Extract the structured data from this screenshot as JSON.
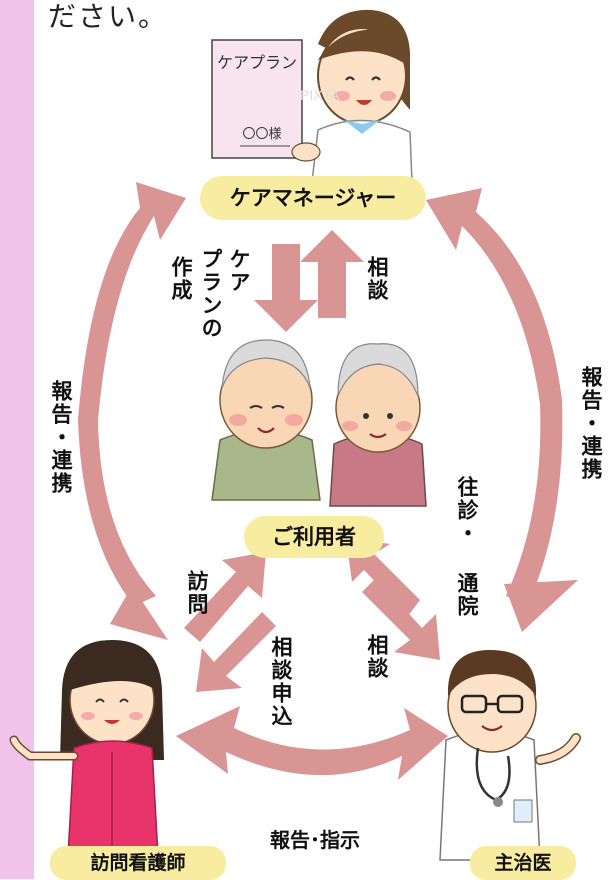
{
  "intro_text": "ださい。",
  "care_plan_document": {
    "title": "ケアプラン",
    "recipient": "〇〇様"
  },
  "watermark": "PIXTA",
  "roles": {
    "care_manager": "ケアマネージャー",
    "user": "ご利用者",
    "nurse": "訪問看護師",
    "doctor": "主治医"
  },
  "flows": {
    "care_plan_creation_line1": "ケア",
    "care_plan_creation_line2": "プランの",
    "care_plan_creation_line3": "作成",
    "consult_to_manager": "相談",
    "report_left": "報告・連携",
    "report_right": "報告・連携",
    "visit": "訪問",
    "consult_request": "相談申込",
    "consult_to_doctor": "相談",
    "house_call_line1": "往診・",
    "house_call_line2": "通院",
    "report_instruct": "報告･指示"
  },
  "colors": {
    "sidebar": "#f2c3ea",
    "arrow": "#d99494",
    "pill": "#f7eca0"
  }
}
